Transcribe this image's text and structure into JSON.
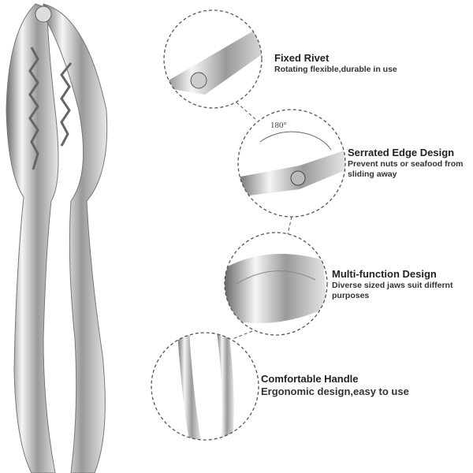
{
  "features": [
    {
      "title": "Fixed Rivet",
      "desc": "Rotating flexible,durable in use"
    },
    {
      "title": "Serrated Edge Design",
      "desc": "Prevent nuts or seafood from sliding away"
    },
    {
      "title": "Multi-function Design",
      "desc": "Diverse sized jaws suit differnt purposes"
    },
    {
      "title": "Comfortable Handle",
      "desc": "Ergonomic design,easy to use"
    }
  ],
  "rotation_label": "180°",
  "colors": {
    "metal_light": "#f4f4f4",
    "metal_dark": "#5a5a5a",
    "text": "#222222",
    "dash": "#555555"
  }
}
